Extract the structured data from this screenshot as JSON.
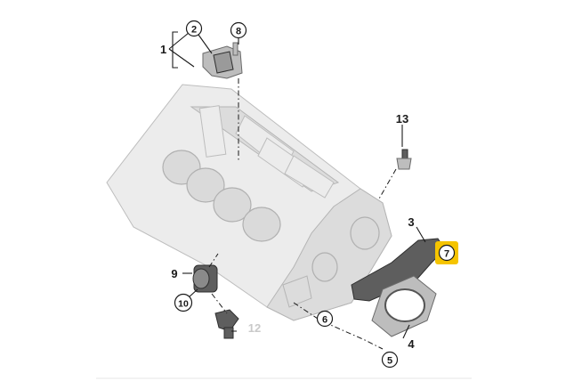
{
  "diagram": {
    "callouts": {
      "c1": "1",
      "c2": "2",
      "c3": "3",
      "c4": "4",
      "c5": "5",
      "c6": "6",
      "c7": "7",
      "c8": "8",
      "c9": "9",
      "c10": "10",
      "c12": "12",
      "c13": "13"
    },
    "highlight_color": "#f5c400",
    "faded_color": "#c9c9c9"
  }
}
